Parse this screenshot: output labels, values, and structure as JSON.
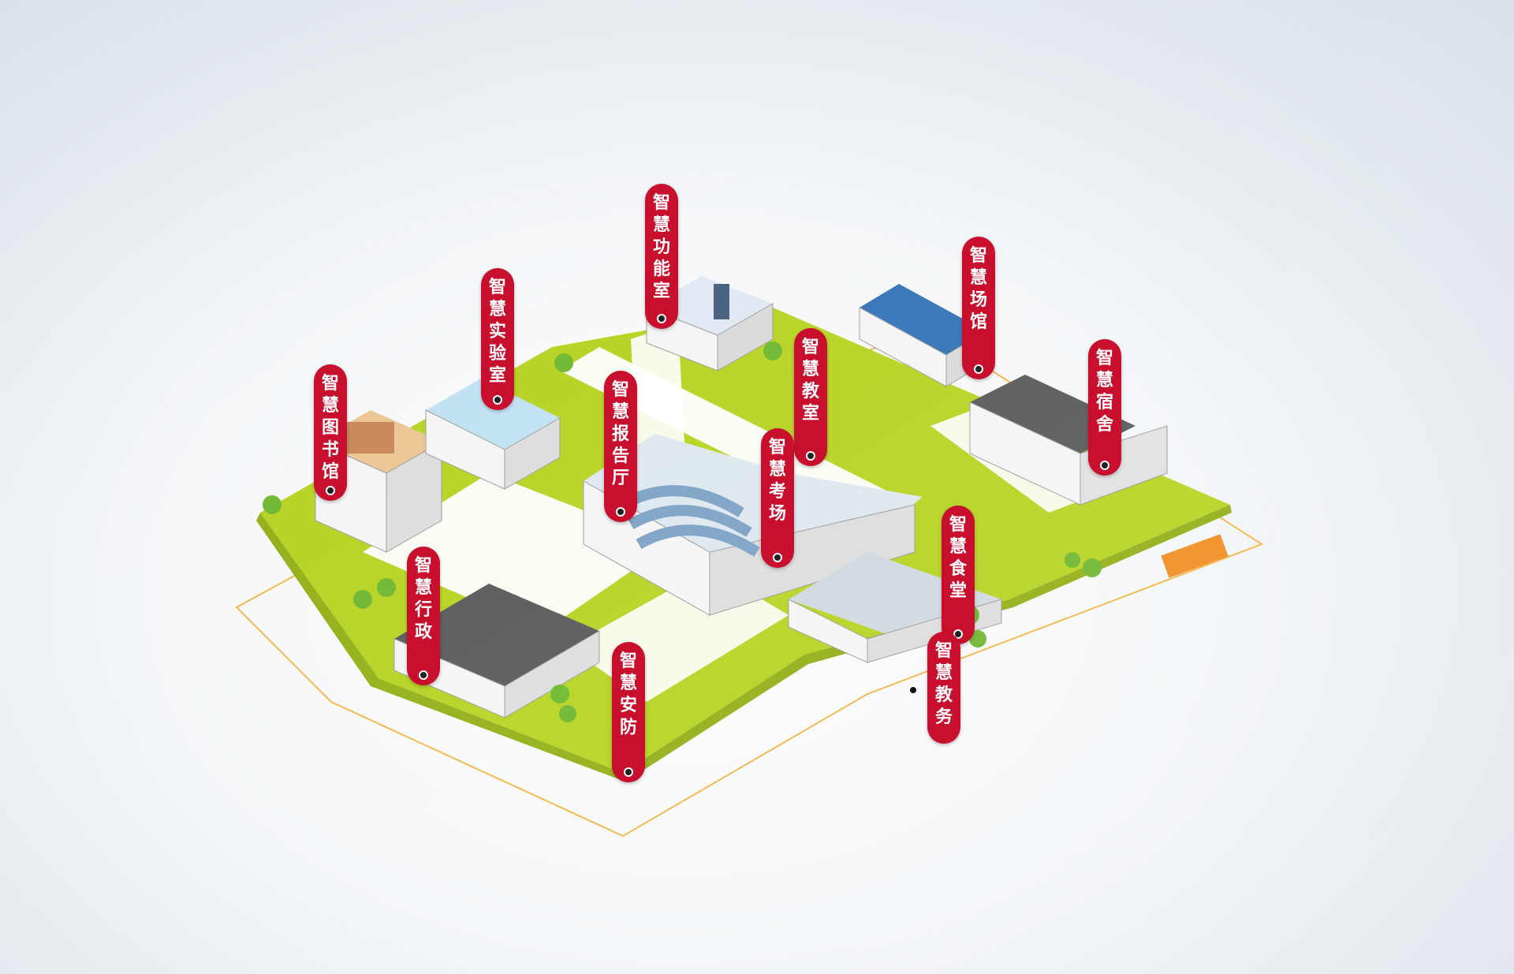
{
  "labels": {
    "library": "智慧图书馆",
    "lab": "智慧实验室",
    "function_room": "智慧功能室",
    "lecture_hall": "智慧报告厅",
    "classroom": "智慧教室",
    "exam": "智慧考场",
    "venue": "智慧场馆",
    "dorm": "智慧宿舍",
    "canteen": "智慧食堂",
    "admin": "智慧行政",
    "security": "智慧安防",
    "academic": "智慧教务"
  },
  "colors": {
    "lawn": "#b5d21c",
    "lawn_dark": "#8fae10",
    "road": "#ffffff",
    "pin": "#c8102e",
    "border_line": "#f2b441"
  }
}
